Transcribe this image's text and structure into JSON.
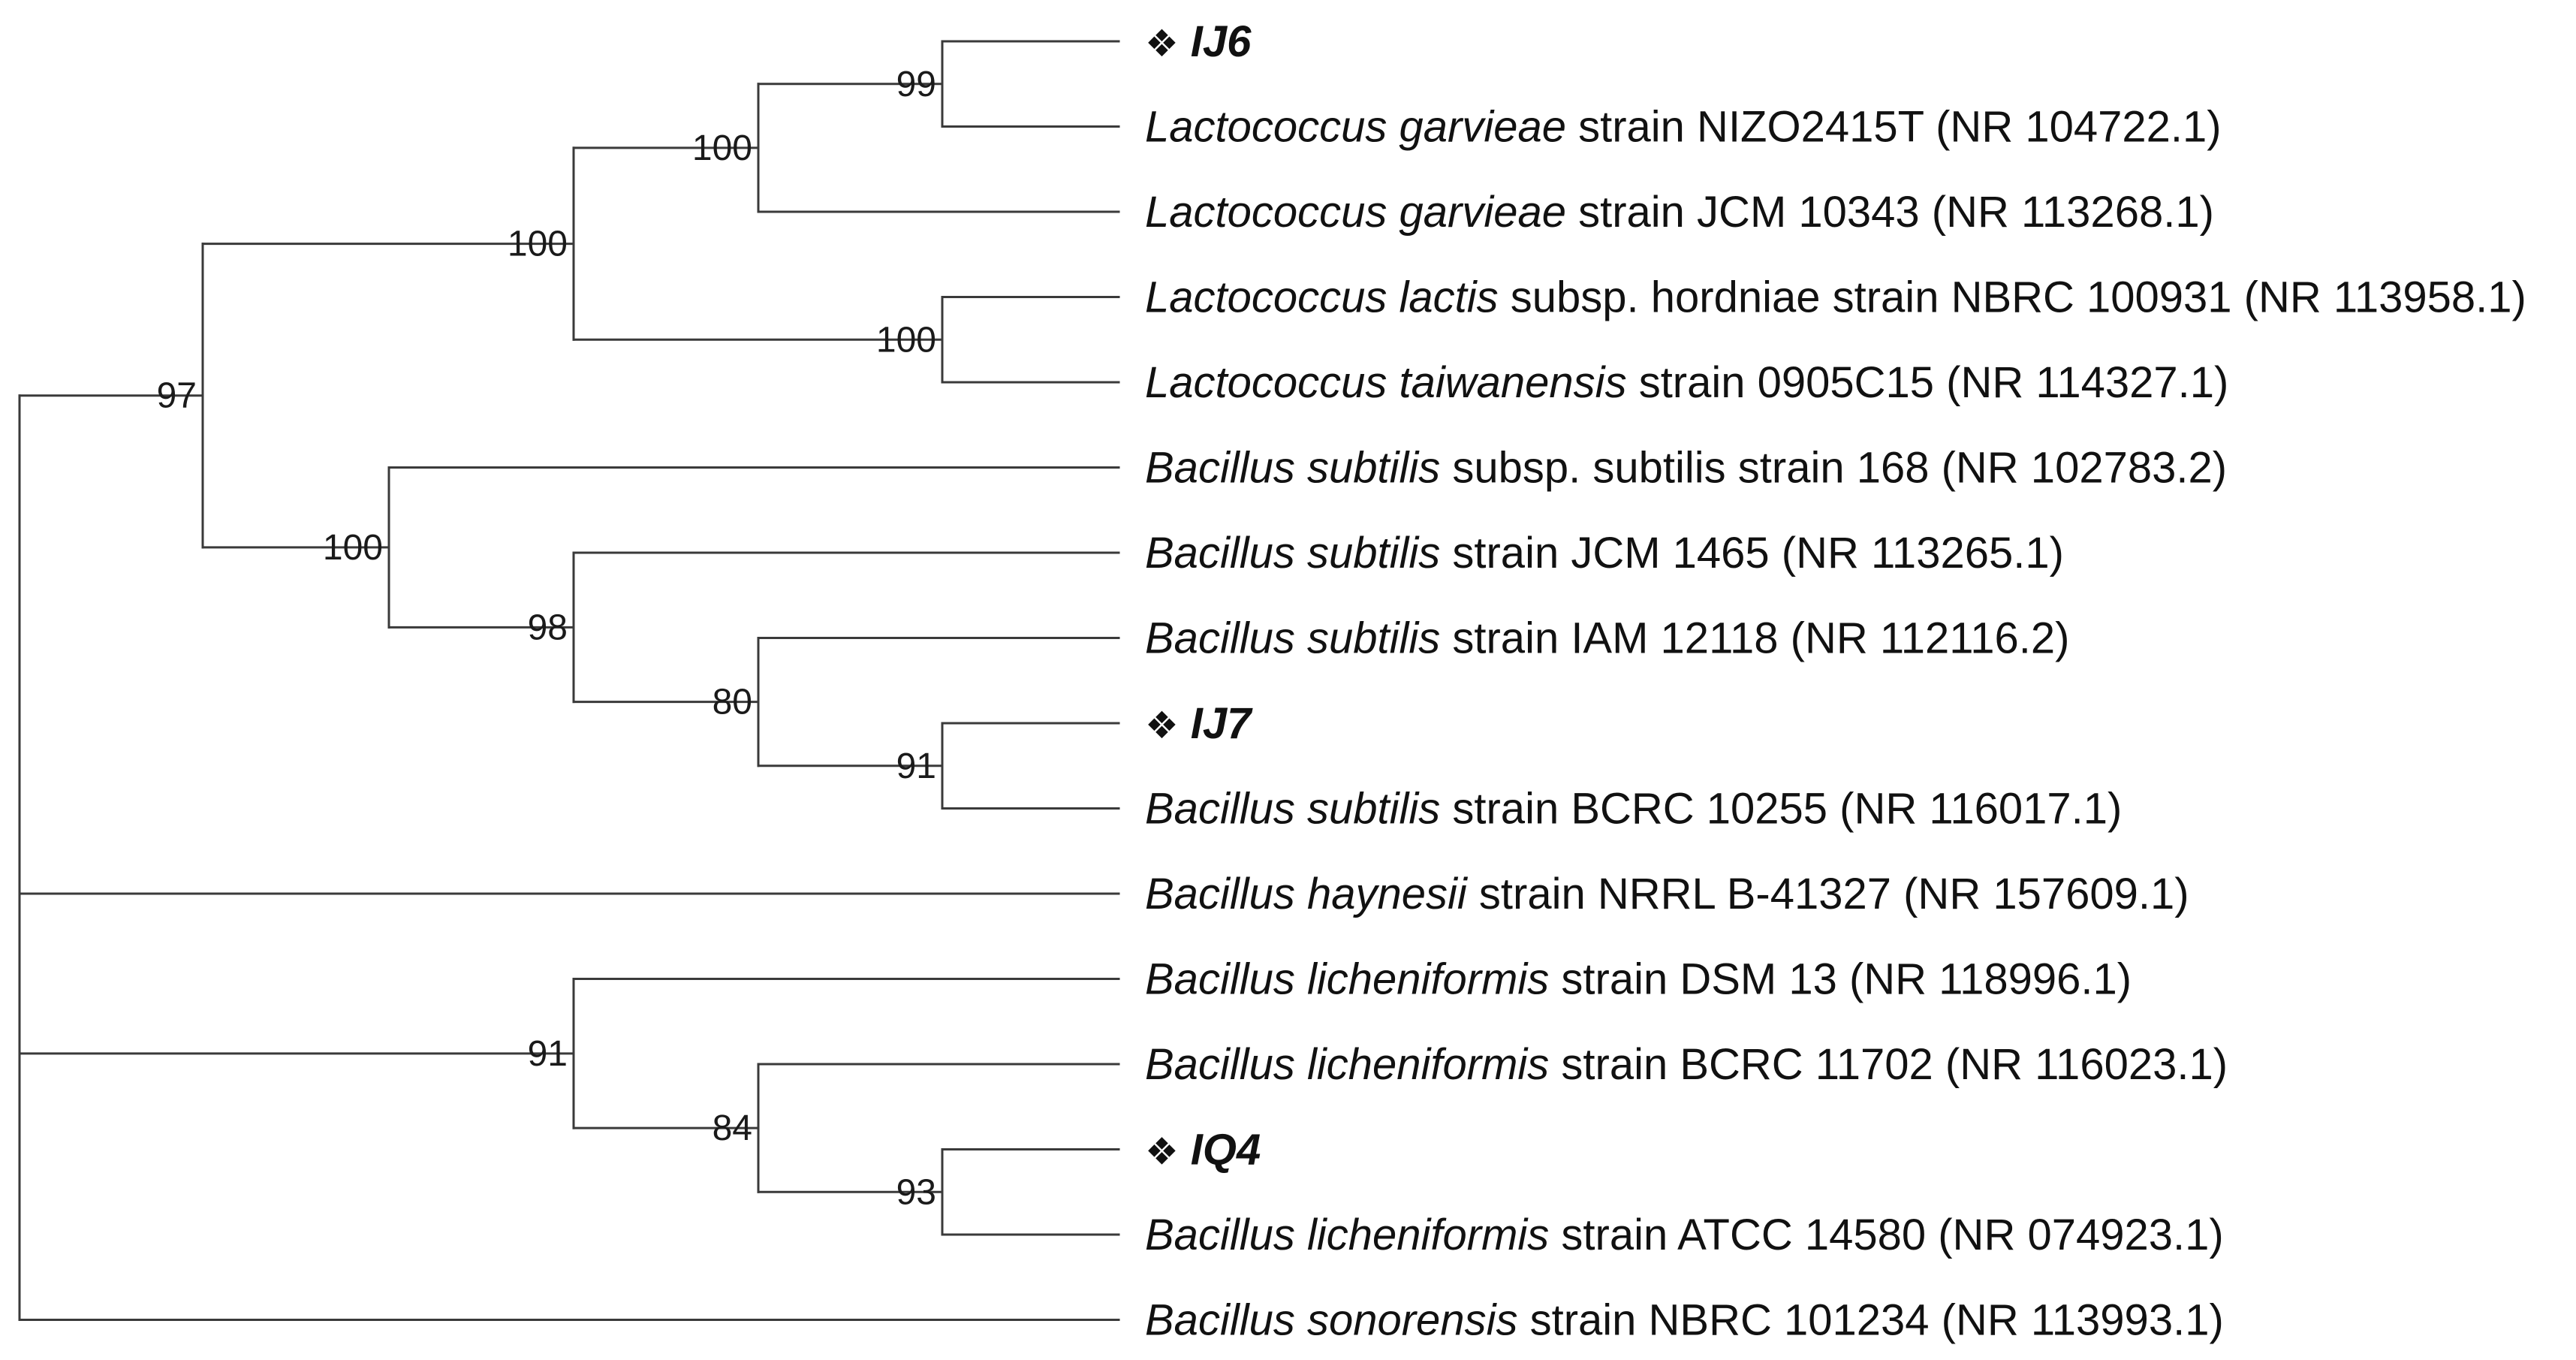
{
  "tree": {
    "leaves": [
      {
        "id": "IJ6",
        "highlight": true,
        "marker": "❖",
        "species": "IJ6",
        "rest": ""
      },
      {
        "id": "L_garvieae_NIZO",
        "highlight": false,
        "species": "Lactococcus garvieae",
        "rest": " strain NIZO2415T (NR 104722.1)"
      },
      {
        "id": "L_garvieae_JCM",
        "highlight": false,
        "species": "Lactococcus garvieae",
        "rest": " strain JCM 10343 (NR 113268.1)"
      },
      {
        "id": "L_lactis",
        "highlight": false,
        "species": "Lactococcus lactis",
        "rest": " subsp. hordniae strain NBRC 100931 (NR 113958.1)"
      },
      {
        "id": "L_taiwanensis",
        "highlight": false,
        "species": "Lactococcus taiwanensis",
        "rest": " strain 0905C15 (NR 114327.1)"
      },
      {
        "id": "B_subtilis_168",
        "highlight": false,
        "species": "Bacillus subtilis",
        "rest": " subsp. subtilis strain 168 (NR 102783.2)"
      },
      {
        "id": "B_subtilis_JCM",
        "highlight": false,
        "species": "Bacillus subtilis",
        "rest": " strain JCM 1465 (NR 113265.1)"
      },
      {
        "id": "B_subtilis_IAM",
        "highlight": false,
        "species": "Bacillus subtilis",
        "rest": " strain IAM 12118 (NR 112116.2)"
      },
      {
        "id": "IJ7",
        "highlight": true,
        "marker": "❖",
        "species": "IJ7",
        "rest": ""
      },
      {
        "id": "B_subtilis_BCRC",
        "highlight": false,
        "species": "Bacillus subtilis",
        "rest": " strain BCRC 10255 (NR 116017.1)"
      },
      {
        "id": "B_haynesii",
        "highlight": false,
        "species": "Bacillus haynesii",
        "rest": " strain NRRL B-41327 (NR 157609.1)"
      },
      {
        "id": "B_lich_DSM",
        "highlight": false,
        "species": "Bacillus licheniformis",
        "rest": " strain DSM 13 (NR 118996.1)"
      },
      {
        "id": "B_lich_BCRC",
        "highlight": false,
        "species": "Bacillus licheniformis",
        "rest": " strain BCRC 11702 (NR 116023.1)"
      },
      {
        "id": "IQ4",
        "highlight": true,
        "marker": "❖",
        "species": "IQ4",
        "rest": ""
      },
      {
        "id": "B_lich_ATCC",
        "highlight": false,
        "species": "Bacillus licheniformis",
        "rest": " strain ATCC 14580 (NR 074923.1)"
      },
      {
        "id": "B_sonorensis",
        "highlight": false,
        "species": "Bacillus sonorensis",
        "rest": " strain NBRC 101234 (NR 113993.1)"
      }
    ],
    "nodes": [
      {
        "id": "n_ij6_nizo",
        "children": [
          "IJ6",
          "L_garvieae_NIZO"
        ],
        "support": "99"
      },
      {
        "id": "n_garvieae",
        "children": [
          "n_ij6_nizo",
          "L_garvieae_JCM"
        ],
        "support": "100"
      },
      {
        "id": "n_lactis_taiw",
        "children": [
          "L_lactis",
          "L_taiwanensis"
        ],
        "support": "100"
      },
      {
        "id": "n_lactococcus",
        "children": [
          "n_garvieae",
          "n_lactis_taiw"
        ],
        "support": "100"
      },
      {
        "id": "n_ij7_bcrc",
        "children": [
          "IJ7",
          "B_subtilis_BCRC"
        ],
        "support": "91"
      },
      {
        "id": "n_iam_ij7",
        "children": [
          "B_subtilis_IAM",
          "n_ij7_bcrc"
        ],
        "support": "80"
      },
      {
        "id": "n_jcm_iam",
        "children": [
          "B_subtilis_JCM",
          "n_iam_ij7"
        ],
        "support": "98"
      },
      {
        "id": "n_subtilis",
        "children": [
          "B_subtilis_168",
          "n_jcm_iam"
        ],
        "support": "100"
      },
      {
        "id": "n_lacto_subtilis",
        "children": [
          "n_lactococcus",
          "n_subtilis"
        ],
        "support": "97"
      },
      {
        "id": "n_iq4_atcc",
        "children": [
          "IQ4",
          "B_lich_ATCC"
        ],
        "support": "93"
      },
      {
        "id": "n_bcrc_iq4",
        "children": [
          "B_lich_BCRC",
          "n_iq4_atcc"
        ],
        "support": "84"
      },
      {
        "id": "n_licheniformis",
        "children": [
          "B_lich_DSM",
          "n_bcrc_iq4"
        ],
        "support": "91"
      },
      {
        "id": "root",
        "children": [
          "n_lacto_subtilis",
          "B_haynesii",
          "n_licheniformis",
          "B_sonorensis"
        ],
        "support": ""
      }
    ]
  }
}
